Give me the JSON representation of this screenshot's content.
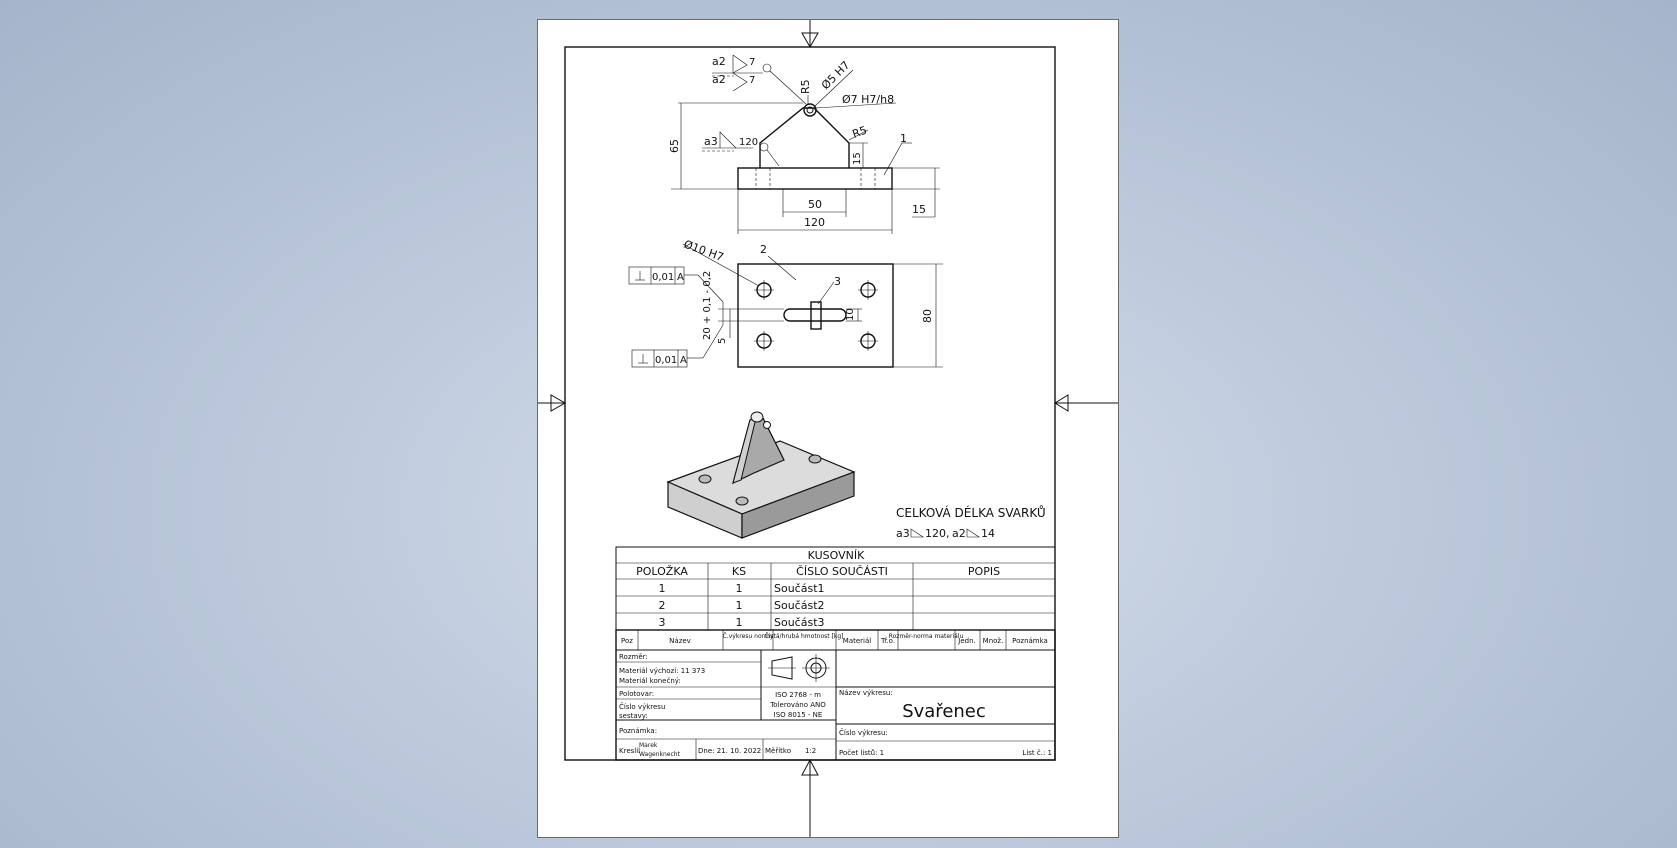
{
  "viewport": {
    "background": "#b9c6d9",
    "sheet_color": "#ffffff"
  },
  "front_view": {
    "weld_top_a": "a2",
    "weld_top_len": "7",
    "weld_bot_a": "a2",
    "weld_bot_len": "7",
    "weld_side_a": "a3",
    "weld_side_len": "120",
    "radius_top": "R5",
    "hole_top": "Ø5 H7",
    "pin_fit": "Ø7 H7/h8",
    "radius_right": "R5",
    "dim_height_total": "65",
    "dim_rib_height": "15",
    "dim_plate_thickness": "15",
    "dim_inner_width": "50",
    "dim_overall_width": "120",
    "balloon_1": "1"
  },
  "top_view": {
    "hole_callout": "Ø10 H7",
    "balloon_2": "2",
    "balloon_3": "3",
    "tol_value_top": "0,01",
    "tol_datum_top": "A",
    "tol_value_bot": "0,01",
    "tol_datum_bot": "A",
    "dim_slot": "20 + 0,1 - 0,2",
    "dim_5": "5",
    "dim_10": "10",
    "dim_80": "80"
  },
  "notes": {
    "weld_total_title": "CELKOVÁ DÉLKA SVARKŮ",
    "weld_total_1": "a3",
    "weld_total_1_len": "120,",
    "weld_total_2": "a2",
    "weld_total_2_len": "14"
  },
  "parts_list": {
    "title": "KUSOVNÍK",
    "headers": [
      "POLOŽKA",
      "KS",
      "ČÍSLO SOUČÁSTI",
      "POPIS"
    ],
    "rows": [
      {
        "item": "1",
        "qty": "1",
        "part": "Součást1",
        "desc": ""
      },
      {
        "item": "2",
        "qty": "1",
        "part": "Součást2",
        "desc": ""
      },
      {
        "item": "3",
        "qty": "1",
        "part": "Součást3",
        "desc": ""
      }
    ]
  },
  "title_block": {
    "headers": [
      "Poz",
      "Název",
      "Č.výkresu normy",
      "Čistá/hrubá hmotnost [kg]",
      "Materiál",
      "Tř.o.",
      "Rozměr-norma materiálu",
      "Jedn.",
      "Množ.",
      "Poznámka"
    ],
    "rozmer": "Rozměr:",
    "material_vychozi": "Materiál výchozí: 11 373",
    "material_konecny": "Materiál konečný:",
    "polotovar": "Polotovar:",
    "cislo_sestavy": "Číslo výkresu",
    "cislo_sestavy_2": "sestavy:",
    "poznamka": "Poznámka:",
    "kreslil": "Kreslil",
    "author_first": "Marek",
    "author_last": "Wagenknecht",
    "date": "Dne: 21. 10. 2022",
    "meritko_label": "Měřítko",
    "meritko": "1:2",
    "iso_1": "ISO 2768 - m",
    "iso_2": "Tolerováno ANO",
    "iso_3": "ISO 8015 - NE",
    "nazev_label": "Název výkresu:",
    "nazev": "Svařenec",
    "cislo_vykresu": "Číslo výkresu:",
    "pocet_listu": "Počet listů: 1",
    "list": "List č.: 1"
  }
}
